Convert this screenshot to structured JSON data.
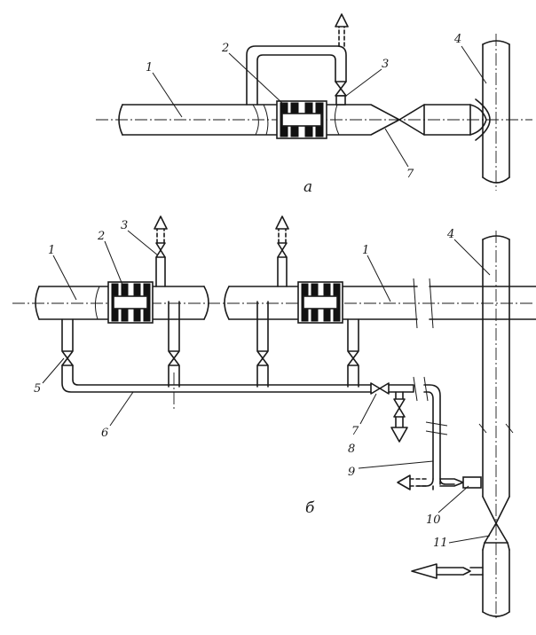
{
  "diagram": {
    "caption_a": "a",
    "caption_b": "б",
    "labels_a": [
      "1",
      "2",
      "3",
      "4",
      "7"
    ],
    "labels_b": [
      "1",
      "2",
      "3",
      "1",
      "4",
      "5",
      "6",
      "7",
      "8",
      "9",
      "10",
      "11"
    ]
  },
  "colors": {
    "ink": "#1a1a1a",
    "paper": "#ffffff"
  }
}
